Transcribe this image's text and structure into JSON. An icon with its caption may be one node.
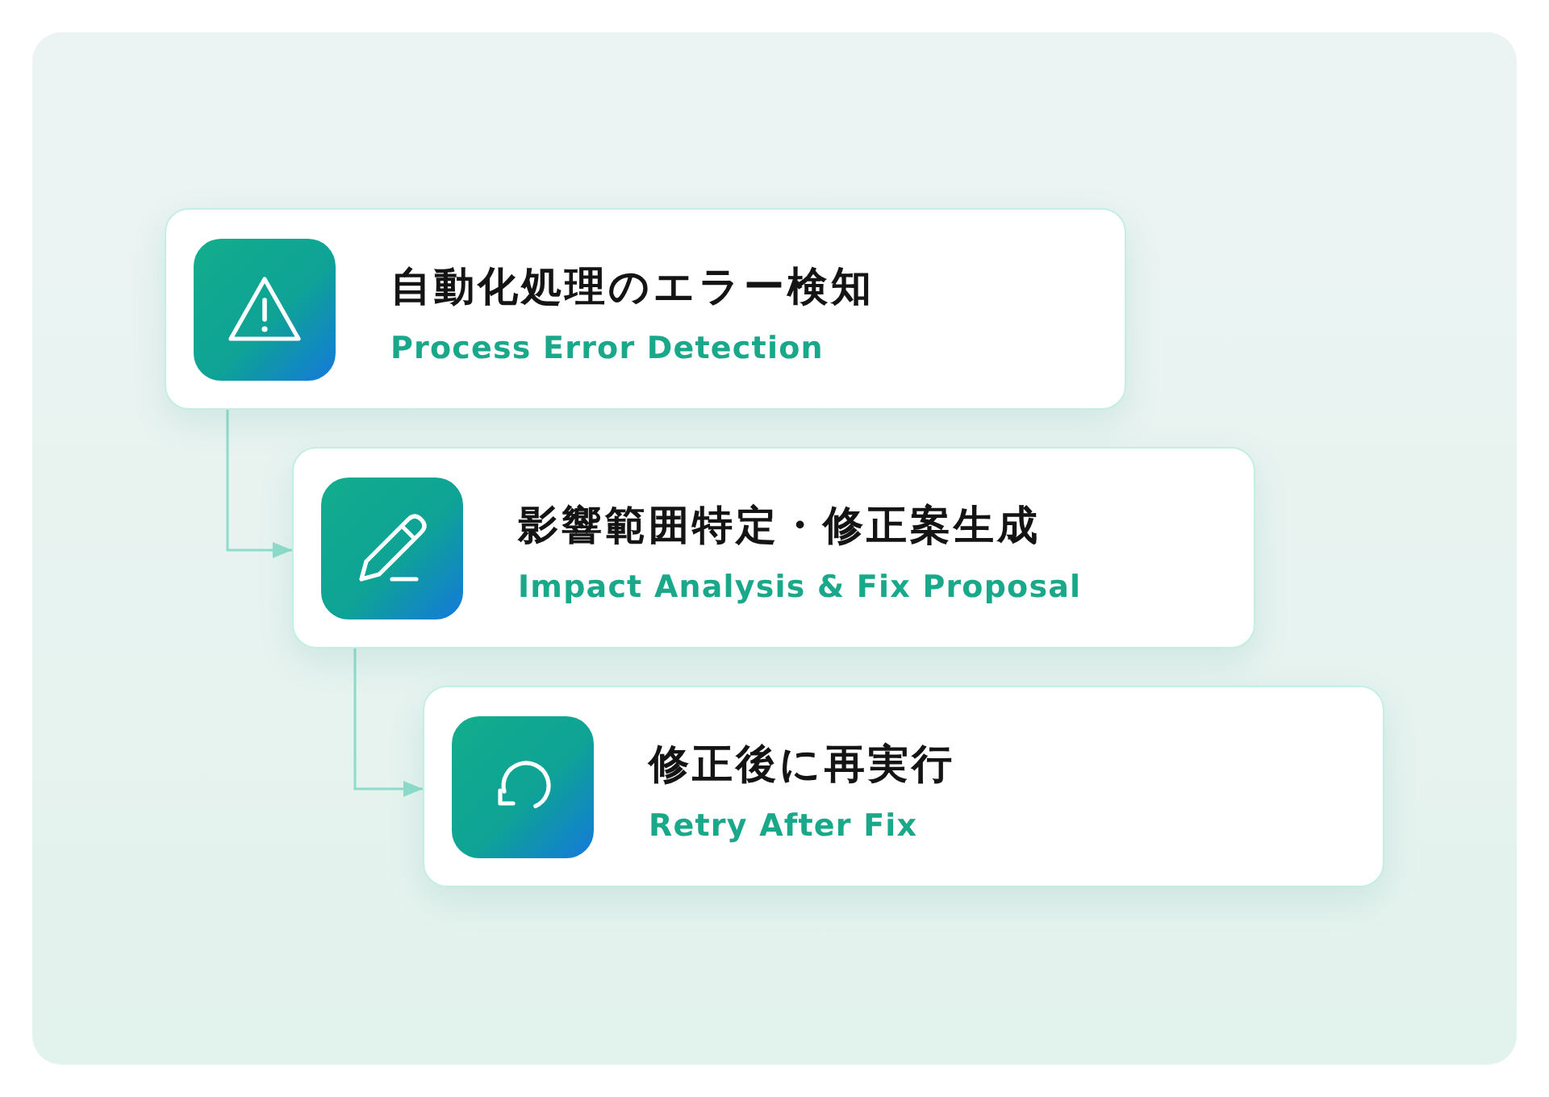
{
  "diagram": {
    "nodes": [
      {
        "text": [
          "自動化処理のエラー検知",
          "Process Error Detection"
        ]
      },
      {
        "text": [
          "影響範囲特定・修正案生成",
          "Impact Analysis & Fix Proposal"
        ]
      },
      {
        "text": [
          "修正後に再実行",
          "Retry After Fix"
        ]
      }
    ],
    "edges": [
      {
        "from": 0,
        "to": 1,
        "arrow": "to"
      },
      {
        "from": 1,
        "to": 2,
        "arrow": "to"
      }
    ]
  }
}
